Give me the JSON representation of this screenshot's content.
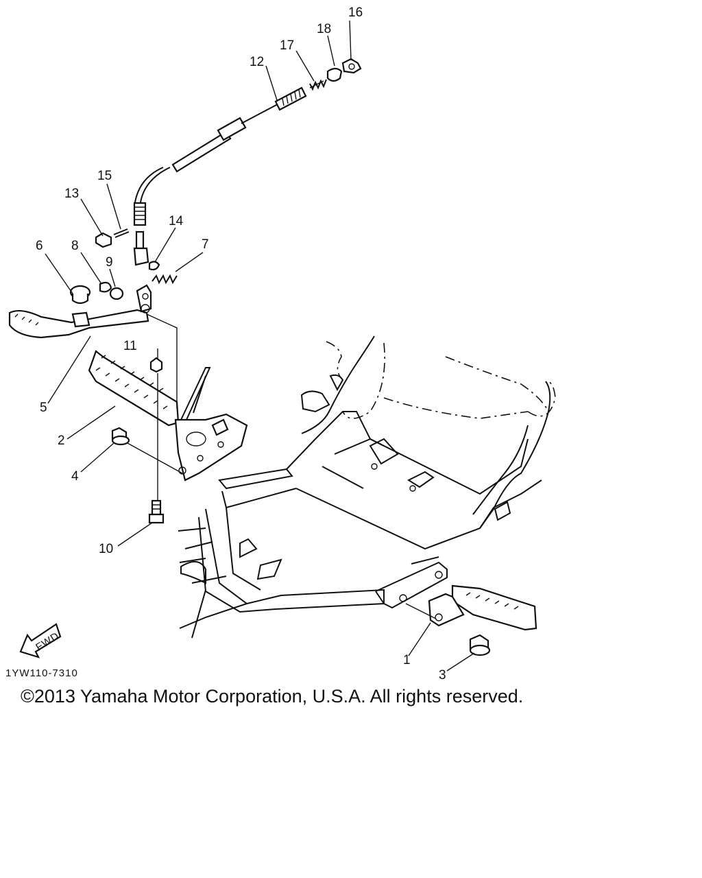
{
  "diagram": {
    "callouts": [
      "1",
      "2",
      "3",
      "4",
      "5",
      "6",
      "7",
      "8",
      "9",
      "10",
      "11",
      "12",
      "13",
      "14",
      "15",
      "16",
      "17",
      "18"
    ],
    "drawing_code": "1YW110-7310",
    "fwd_label": "FWD"
  },
  "footer": {
    "copyright": "©2013 Yamaha Motor Corporation, U.S.A. All rights reserved."
  }
}
